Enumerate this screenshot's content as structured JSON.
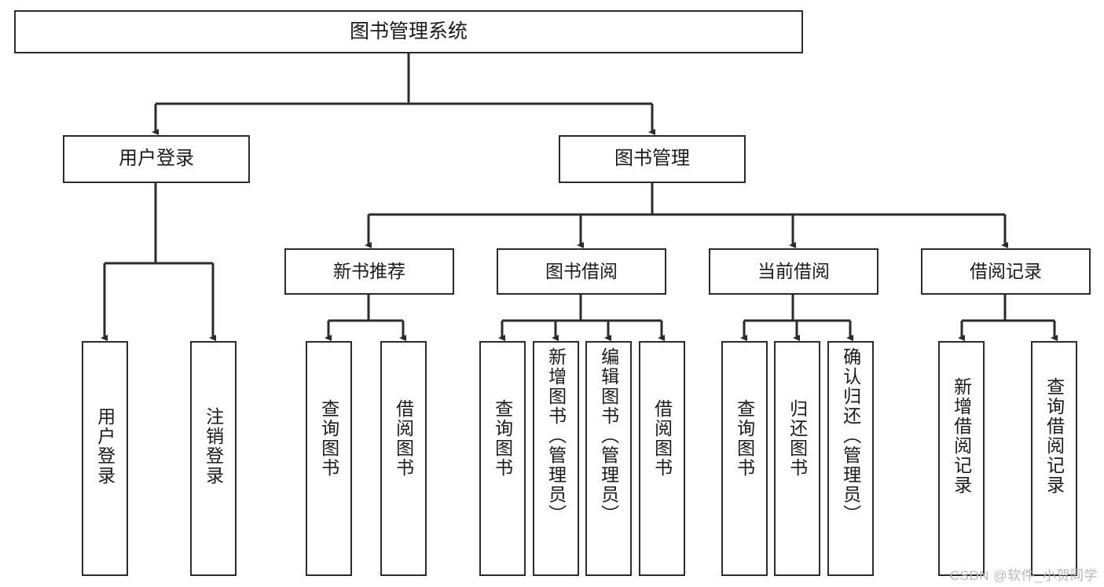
{
  "diagram": {
    "title": "图书管理系统",
    "type": "tree-hierarchy",
    "root": {
      "label": "图书管理系统"
    },
    "level2": [
      {
        "label": "用户登录"
      },
      {
        "label": "图书管理"
      }
    ],
    "level3": [
      {
        "label": "新书推荐"
      },
      {
        "label": "图书借阅"
      },
      {
        "label": "当前借阅"
      },
      {
        "label": "借阅记录"
      }
    ],
    "leaves": {
      "user_login": [
        {
          "label": "用户登录"
        },
        {
          "label": "注销登录"
        }
      ],
      "new_book_recommend": [
        {
          "label": "查询图书"
        },
        {
          "label": "借阅图书"
        }
      ],
      "book_borrow": [
        {
          "label": "查询图书"
        },
        {
          "label": "新增图书（管理员）"
        },
        {
          "label": "编辑图书（管理员）"
        },
        {
          "label": "借阅图书"
        }
      ],
      "current_borrow": [
        {
          "label": "查询图书"
        },
        {
          "label": "归还图书"
        },
        {
          "label": "确认归还（管理员）"
        }
      ],
      "borrow_record": [
        {
          "label": "新增借阅记录"
        },
        {
          "label": "查询借阅记录"
        }
      ]
    }
  },
  "watermark": {
    "text": "CSDN @软件_小贺同学"
  },
  "colors": {
    "stroke": "#2b2b2b",
    "fill": "#ffffff",
    "text": "#1a1a1a",
    "watermark": "#b7b7b7"
  }
}
